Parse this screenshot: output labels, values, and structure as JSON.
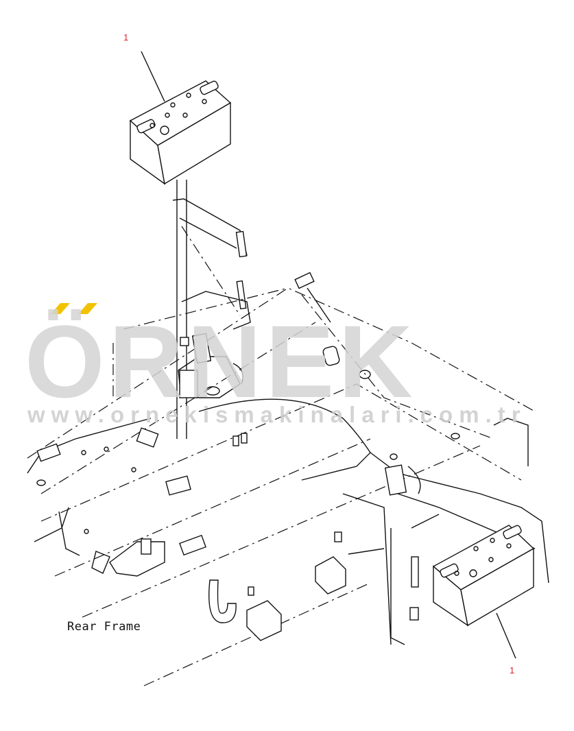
{
  "diagram": {
    "callouts": [
      {
        "id": "top",
        "text": "1"
      },
      {
        "id": "bottom",
        "text": "1"
      }
    ],
    "frame_label": "Rear Frame"
  },
  "watermark": {
    "word": "ÖRNEK",
    "url": "www.ornekismakinalari.com.tr",
    "accent_color": "#f2c200",
    "text_color": "#d4d4d4"
  }
}
